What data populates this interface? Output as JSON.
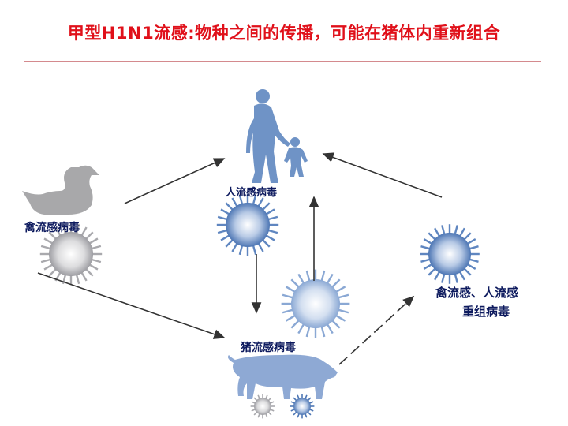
{
  "title": "甲型H1N1流感:物种之间的传播，可能在猪体内重新组合",
  "labels": {
    "avian": "禽流感病毒",
    "human": "人流感病毒",
    "swine": "猪流感病毒",
    "reassortant_line1": "禽流感、人流感",
    "reassortant_line2": "重组病毒"
  },
  "colors": {
    "title": "#e0101a",
    "label": "#0d1a5e",
    "silhouette": "#6f93c6",
    "virus_blue": "#5f86c0",
    "virus_gray": "#a9a9ad",
    "arrow": "#333333"
  }
}
